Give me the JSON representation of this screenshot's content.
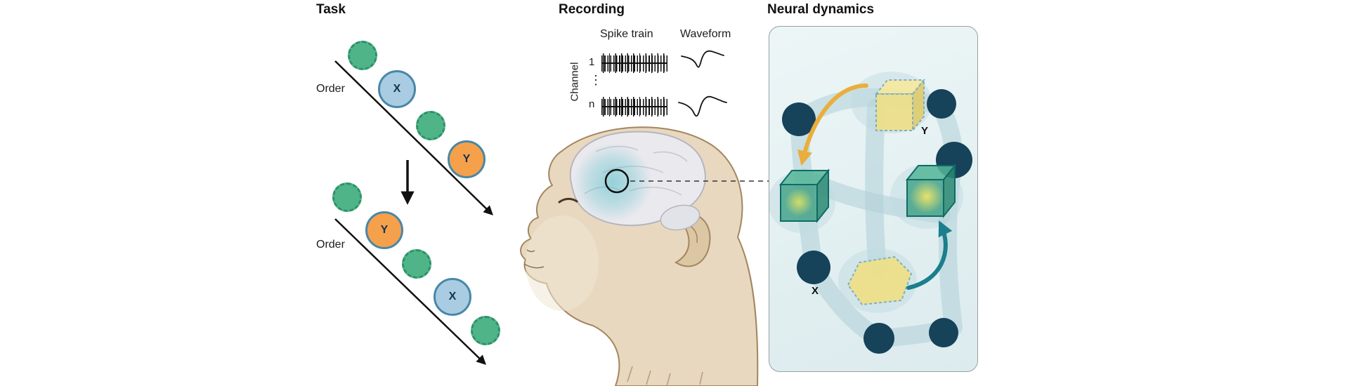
{
  "task": {
    "title": "Task",
    "order_label": "Order",
    "item_x": "X",
    "item_y": "Y",
    "sequence_top": [
      "green-dashed",
      "X",
      "green-dashed",
      "Y"
    ],
    "sequence_bottom": [
      "green-dashed",
      "Y",
      "green-dashed",
      "X",
      "green-dashed"
    ]
  },
  "recording": {
    "title": "Recording",
    "spike_train_label": "Spike train",
    "waveform_label": "Waveform",
    "channel_axis_label": "Channel",
    "channel_first": "1",
    "channel_ellipsis": "⋮",
    "channel_last": "n"
  },
  "neural": {
    "title": "Neural dynamics",
    "state_x_label": "X",
    "state_y_label": "Y"
  },
  "colors": {
    "sequence_green": "#4FB589",
    "item_blue_fill": "#A9CCE3",
    "item_orange_fill": "#F5A04B",
    "item_border_blue": "#4887A8",
    "neuron_navy": "#16425A",
    "network_teal": "#AFD0D7",
    "cube_yellow": "#EEDF86",
    "cube_green": "#3DA083",
    "arrow_yellow": "#E9AE3C",
    "arrow_teal": "#1B7E8C",
    "monkey_tan": "#E8D8BF",
    "brain_gray": "#E9E9EE",
    "brain_highlight_teal": "#43B9C4",
    "panel_background": "#E7F2F4"
  }
}
